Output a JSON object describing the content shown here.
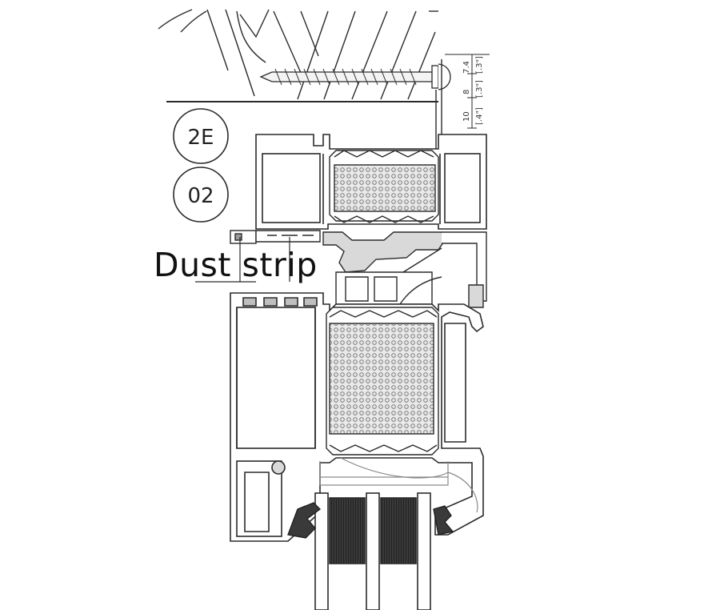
{
  "labels": {
    "badge_top": "2E",
    "badge_bottom": "02",
    "callout": "Dust strip"
  },
  "dimensions": {
    "d1": "7.4",
    "d1_in": "[.3\"]",
    "d2": "8",
    "d2_in": "[.3\"]",
    "d3": "10",
    "d3_in": "[.4\"]"
  },
  "colors": {
    "line": "#2a2a2a",
    "profile_fill": "#d9d9d9",
    "insulation_dot": "#8a8a8a",
    "gasket": "#1e1e1e"
  }
}
